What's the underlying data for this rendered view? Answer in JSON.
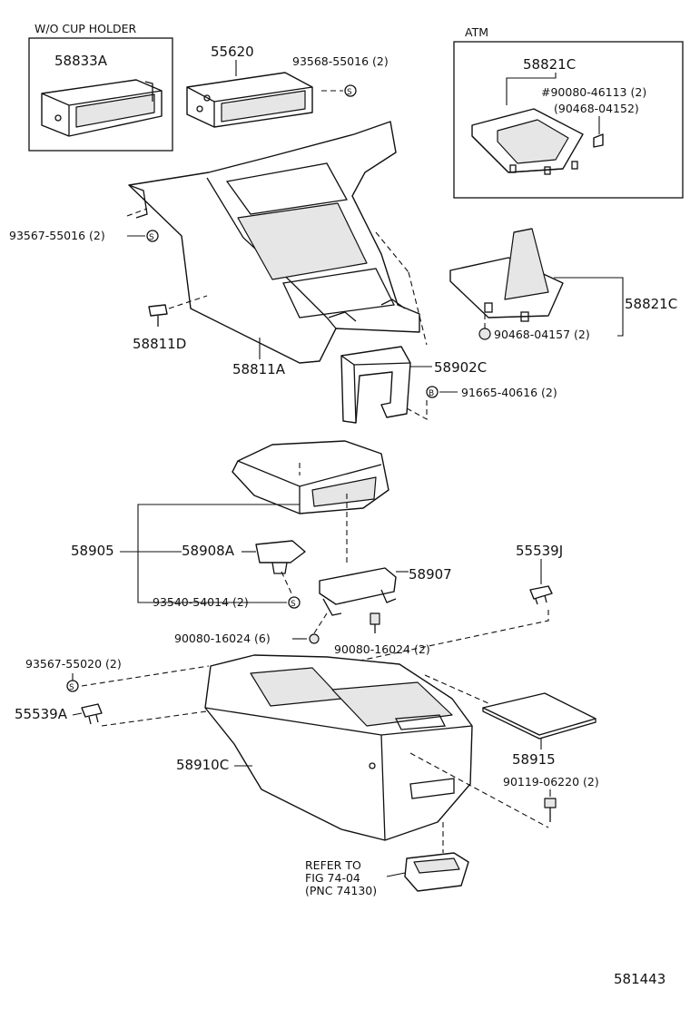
{
  "figure_id": "581443",
  "boxes": {
    "wo_cup_holder": "W/O CUP HOLDER",
    "atm": "ATM"
  },
  "parts": {
    "p58833A": "58833A",
    "p55620": "55620",
    "p93568_55016": "93568-55016 (2)",
    "p58821C_atm": "58821C",
    "p90080_46113": "#90080-46113 (2)",
    "p90468_04152": "(90468-04152)",
    "p93567_55016": "93567-55016 (2)",
    "p58811D": "58811D",
    "p58811A": "58811A",
    "p58821C": "58821C",
    "p90468_04157": "90468-04157 (2)",
    "p58902C": "58902C",
    "p91665_40616": "91665-40616 (2)",
    "p58905": "58905",
    "p58908A": "58908A",
    "p93540_54014": "93540-54014 (2)",
    "p58907": "58907",
    "p55539J": "55539J",
    "p90080_16024_6": "90080-16024 (6)",
    "p90080_16024_2": "90080-16024 (2)",
    "p93567_55020": "93567-55020 (2)",
    "p55539A": "55539A",
    "p58910C": "58910C",
    "p58915": "58915",
    "p90119_06220": "90119-06220 (2)"
  },
  "refer": {
    "line1": "REFER TO",
    "line2": "FIG 74-04",
    "line3": "(PNC 74130)"
  },
  "symbols": {
    "s_marker": "S",
    "b_marker": "B"
  }
}
